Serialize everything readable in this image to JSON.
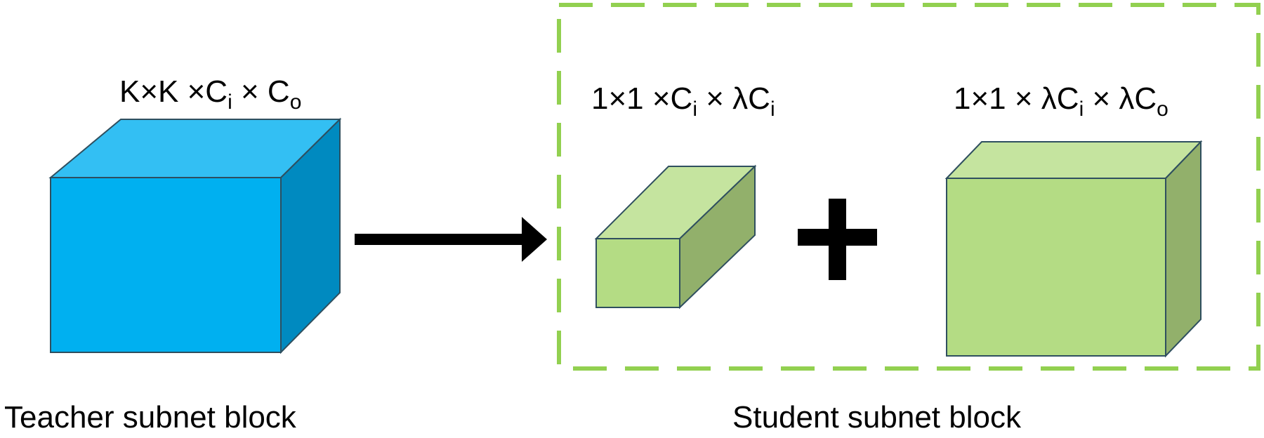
{
  "colors": {
    "teacher_front": "#00B0F0",
    "teacher_top": "#33BFF3",
    "teacher_side": "#008AC0",
    "student_front": "#B4DC84",
    "student_top": "#C5E49F",
    "student_side": "#92B06B",
    "edge": "#2F4F5F",
    "dashed_box": "#92D050",
    "arrow": "#000000"
  },
  "teacher": {
    "dimension": {
      "base": "K×K ×C",
      "sub1": "i",
      "mid": " × C",
      "sub2": "o"
    },
    "caption": "Teacher subnet block"
  },
  "student": {
    "block1_dimension": {
      "base": "1×1 ×C",
      "sub1": "i",
      "mid": " × λC",
      "sub2": "i"
    },
    "block2_dimension": {
      "base": "1×1 × λC",
      "sub1": "i",
      "mid": " × λC",
      "sub2": "o"
    },
    "operator": "plus",
    "caption": "Student subnet block"
  },
  "icons": {
    "arrow": "right-arrow-icon",
    "plus": "plus-icon"
  }
}
